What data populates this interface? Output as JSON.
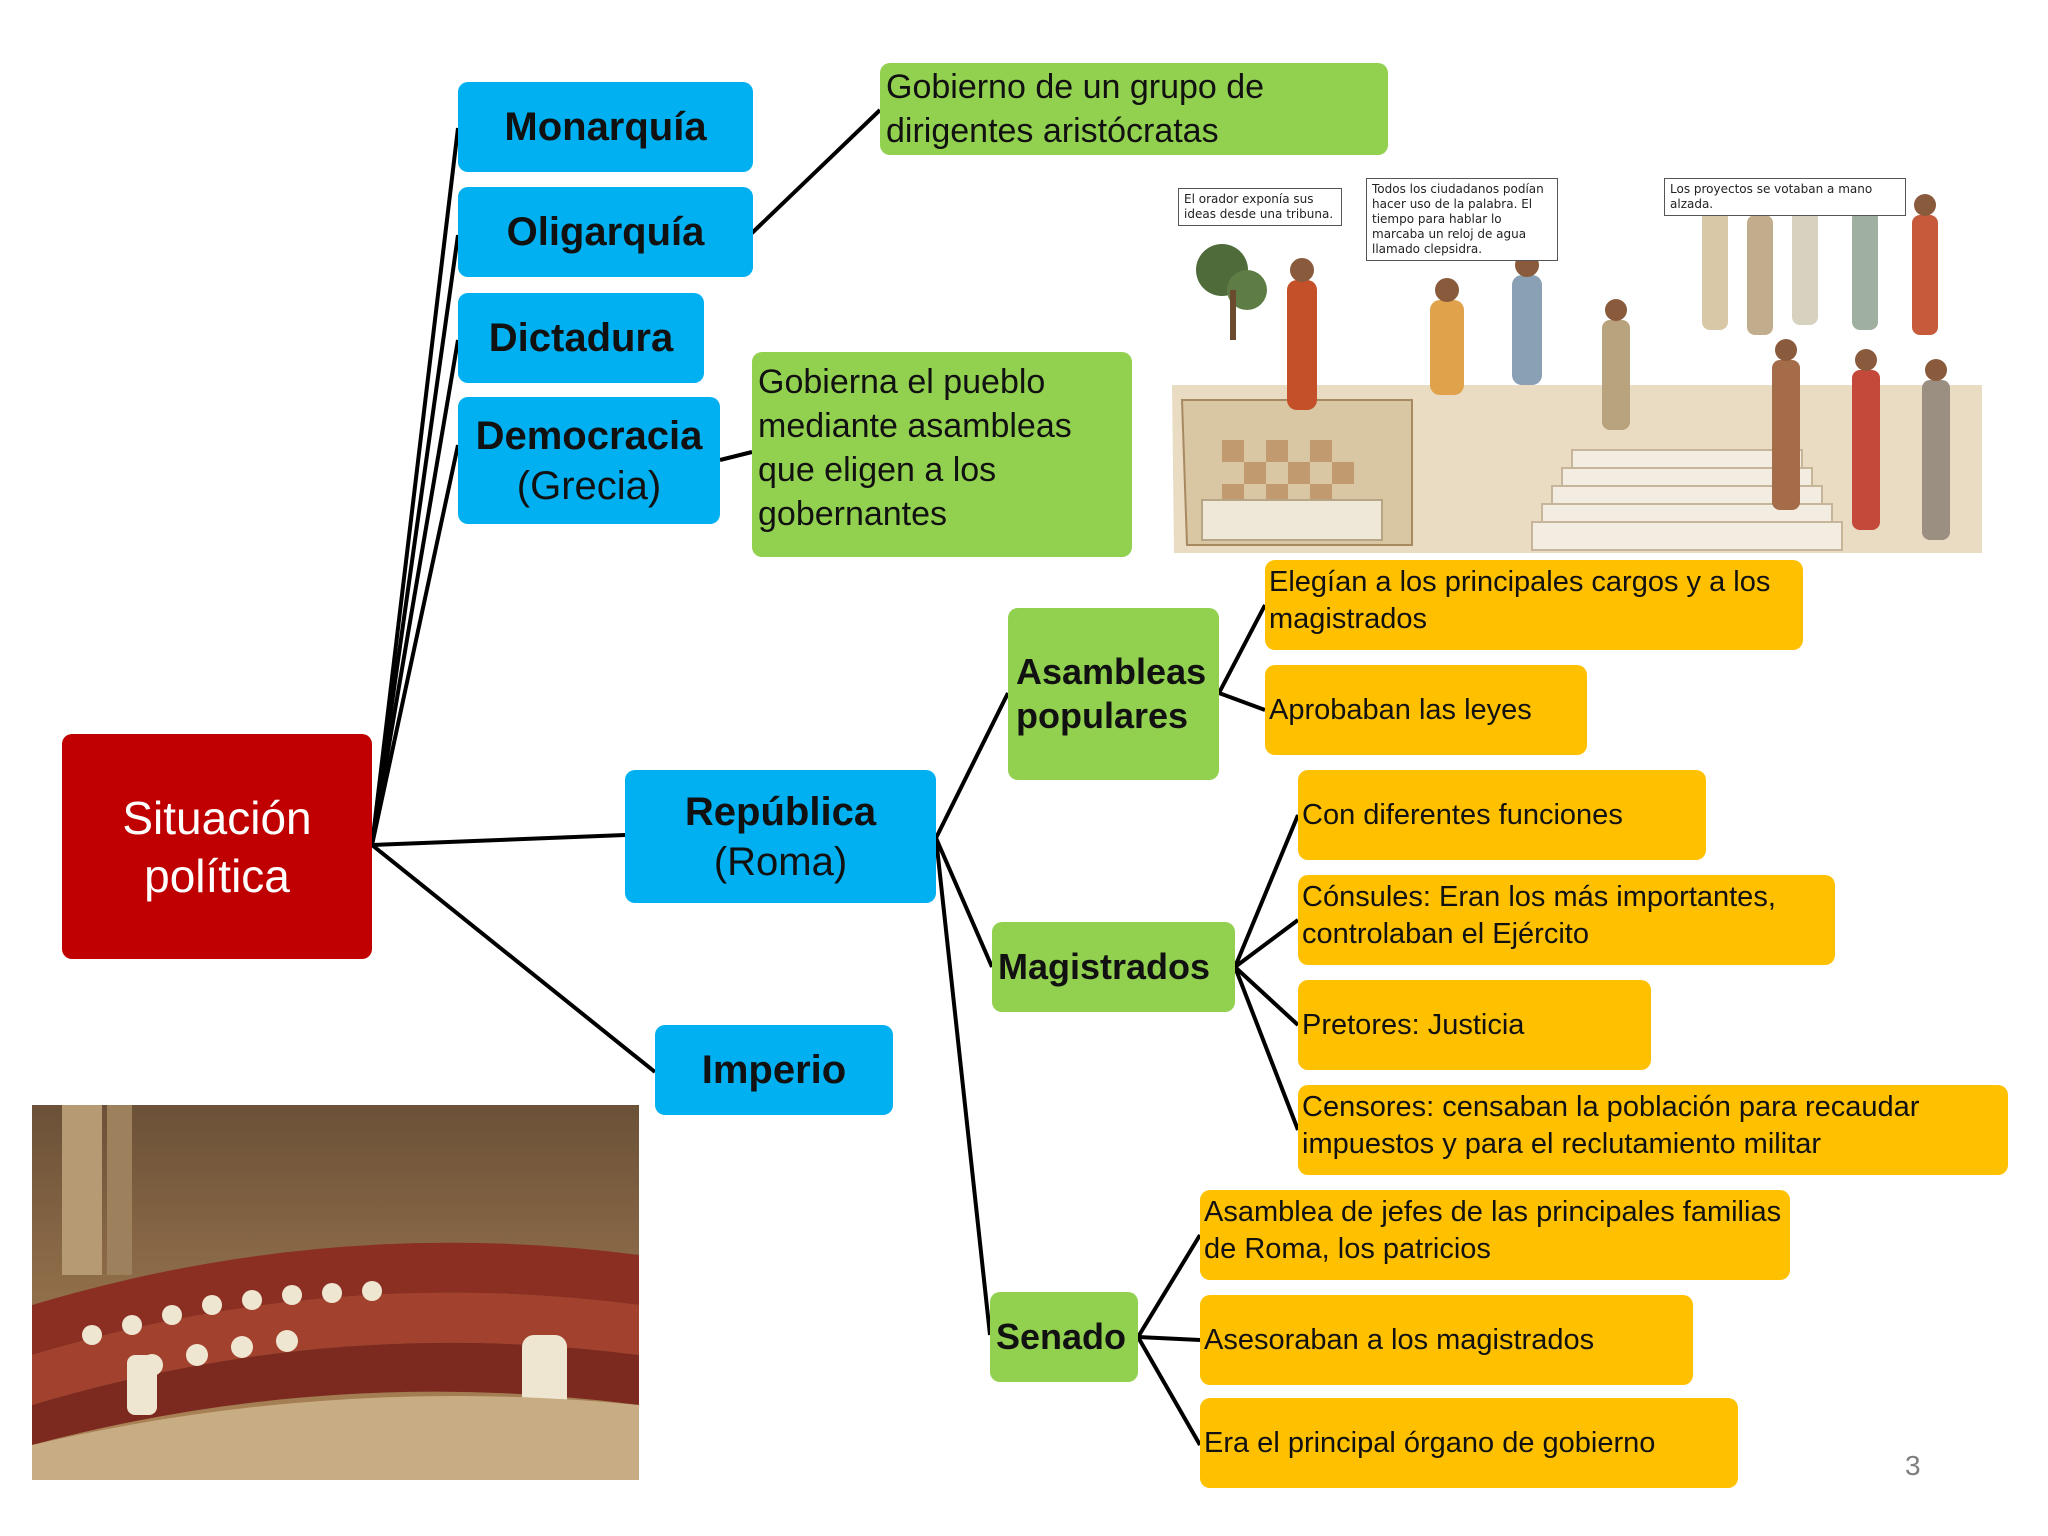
{
  "root": {
    "line1": "Situación",
    "line2": "política"
  },
  "forms": {
    "monarquia": "Monarquía",
    "oligarquia": "Oligarquía",
    "dictadura": "Dictadura",
    "democracia": "Democracia",
    "democracia_sub": "(Grecia)",
    "republica": "República",
    "republica_sub": "(Roma)",
    "imperio": "Imperio"
  },
  "descriptions": {
    "oligarquia": "Gobierno de un grupo de dirigentes aristócratas",
    "democracia": "Gobierna el pueblo mediante asambleas que eligen a los gobernantes"
  },
  "republic_bodies": {
    "asambleas": "Asambleas populares",
    "magistrados": "Magistrados",
    "senado": "Senado"
  },
  "asambleas_items": [
    "Elegían a los principales cargos  y a los magistrados",
    "Aprobaban las leyes"
  ],
  "magistrados_items": [
    "Con diferentes funciones",
    "Cónsules: Eran los más importantes, controlaban el  Ejército",
    "Pretores: Justicia",
    "Censores:  censaban la población para  recaudar impuestos y para el reclutamiento militar"
  ],
  "senado_items": [
    "Asamblea de jefes de las principales familias de Roma, los patricios",
    "Asesoraban a los magistrados",
    "Era el principal órgano de gobierno"
  ],
  "greek_illustration_callouts": [
    "El orador exponía sus ideas desde una tribuna.",
    "Todos los ciudadanos podían hacer uso de la palabra. El tiempo para hablar lo marcaba un reloj de agua llamado clepsidra.",
    "Los proyectos se votaban a mano alzada."
  ],
  "page_number": "3",
  "colors": {
    "root": "#c00000",
    "form": "#00b0f0",
    "description": "#92d050",
    "detail": "#ffc000"
  }
}
